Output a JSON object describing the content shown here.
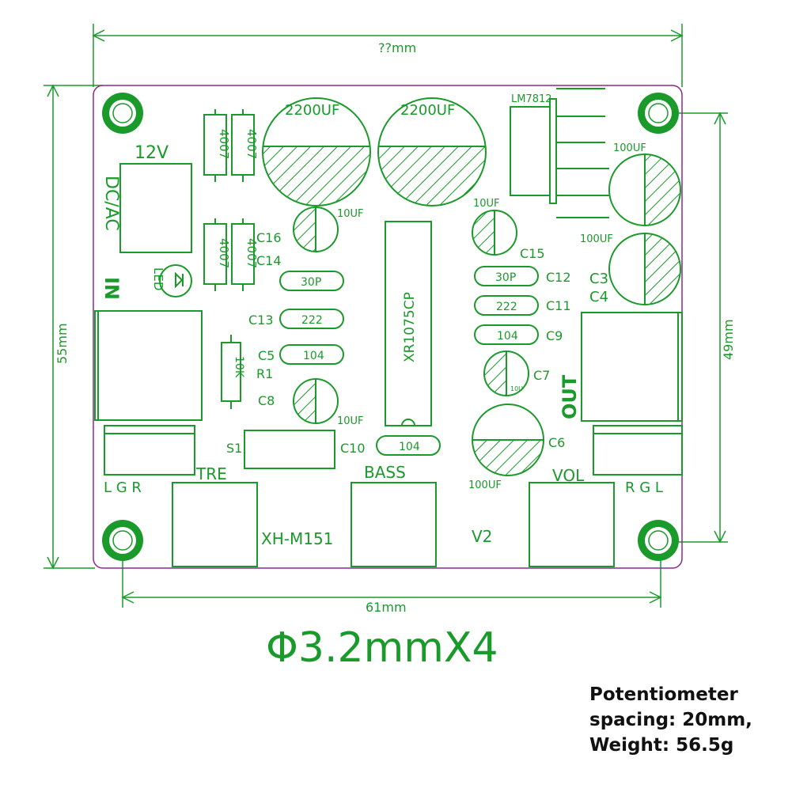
{
  "dimensions": {
    "top_width": "??mm",
    "height_left": "55mm",
    "height_right": "49mm",
    "bottom_width": "61mm",
    "holes": "Φ3.2mmX4"
  },
  "components": {
    "power_label": "12V",
    "power_type": "DC/AC",
    "diode": "4007",
    "cap_big": "2200UF",
    "regulator": "LM7812",
    "cap_100uf": "100UF",
    "cap_10uf": "10UF",
    "cap_10u": "10U",
    "chip": "XR1075CP",
    "led": "LED",
    "input": "IN",
    "output": "OUT",
    "resistor": "10K",
    "r1": "R1",
    "cap_30p": "30P",
    "cap_222": "222",
    "cap_104": "104",
    "c16": "C16",
    "c14": "C14",
    "c13": "C13",
    "c5": "C5",
    "c8": "C8",
    "c10": "C10",
    "c15": "C15",
    "c12": "C12",
    "c11": "C11",
    "c9": "C9",
    "c7": "C7",
    "c6": "C6",
    "c3": "C3",
    "c4": "C4",
    "s1": "S1",
    "lgr": "L G R",
    "rgl": "R G L",
    "tre": "TRE",
    "bass": "BASS",
    "vol": "VOL",
    "model": "XH-M151",
    "version": "V2"
  },
  "note": {
    "line1": "Potentiometer",
    "line2": "spacing: 20mm,",
    "line3": "Weight: 56.5g"
  },
  "colors": {
    "pcb_line": "#1a9a2a",
    "board_outline": "#8a2a8a",
    "note_text": "#111111"
  }
}
